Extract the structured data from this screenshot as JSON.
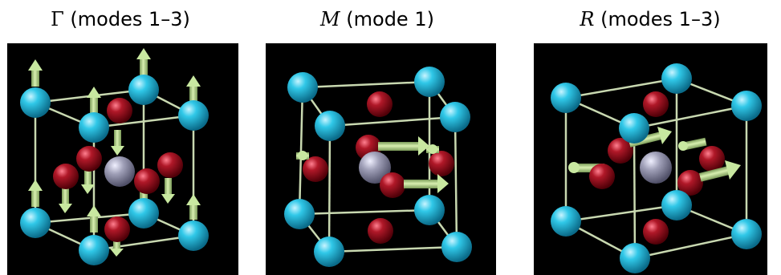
{
  "panels": [
    {
      "symbol": "Γ",
      "mode_text": "(modes 1–3)",
      "symbol_style": "upright"
    },
    {
      "symbol": "M",
      "mode_text": "(mode 1)",
      "symbol_style": "italic"
    },
    {
      "symbol": "R",
      "mode_text": "(modes 1–3)",
      "symbol_style": "italic"
    }
  ],
  "colors": {
    "cation_a": "#22b8d8",
    "anion_x": "#a81020",
    "cation_b": "#9090a8",
    "bond": "#c8d8b0",
    "arrow": "#b8d890",
    "background": "#000000"
  }
}
